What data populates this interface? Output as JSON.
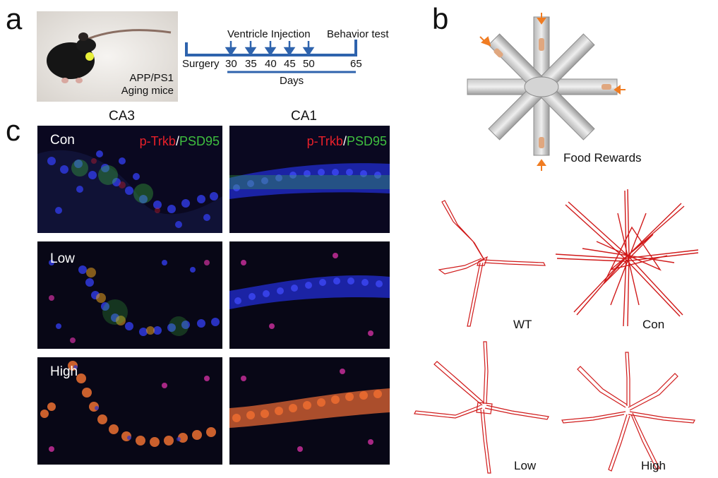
{
  "panels": {
    "a": "a",
    "b": "b",
    "c": "c"
  },
  "panel_a": {
    "mouse_label_1": "APP/PS1",
    "mouse_label_2": "Aging mice",
    "timeline": {
      "injection_label": "Ventricle Injection",
      "behavior_label": "Behavior test",
      "surgery_label": "Surgery",
      "days": [
        "30",
        "35",
        "40",
        "45",
        "50",
        "65"
      ],
      "axis_label": "Days"
    }
  },
  "panel_b": {
    "food_rewards_label": "Food Rewards",
    "tracks": [
      {
        "label": "WT"
      },
      {
        "label": "Con"
      },
      {
        "label": "Low"
      },
      {
        "label": "High"
      }
    ]
  },
  "panel_c": {
    "columns": [
      "CA3",
      "CA1"
    ],
    "rows": [
      "Con",
      "Low",
      "High"
    ],
    "marker_1": "p-Trkb",
    "marker_sep": "/",
    "marker_2": "PSD95"
  },
  "colors": {
    "timeline_blue": "#2e63ad",
    "arrow_orange": "#f07c22",
    "track_red": "#d01a1a",
    "marker_red": "#e8202a",
    "marker_green": "#3fbf3f",
    "nuclei_blue": "#2a3ad8"
  }
}
